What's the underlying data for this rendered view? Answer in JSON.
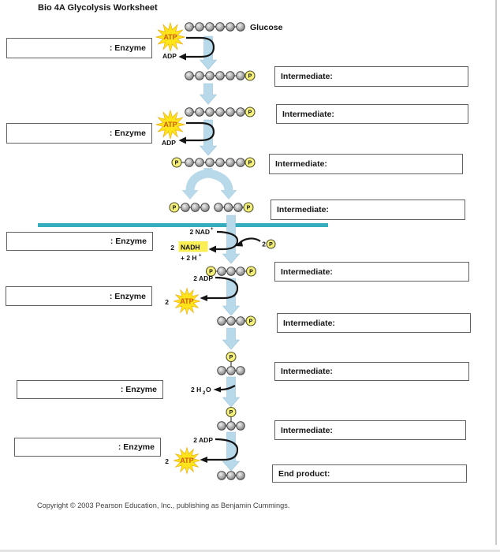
{
  "header": {
    "title": "Bio 4A Glycolysis Worksheet"
  },
  "answer_boxes": {
    "enzymes": [
      {
        "label": ": Enzyme",
        "value": ""
      },
      {
        "label": ": Enzyme",
        "value": ""
      },
      {
        "label": ": Enzyme",
        "value": ""
      },
      {
        "label": ": Enzyme",
        "value": ""
      },
      {
        "label": ": Enzyme",
        "value": ""
      },
      {
        "label": ": Enzyme",
        "value": ""
      }
    ],
    "intermediates": [
      {
        "label": "Intermediate:",
        "value": ""
      },
      {
        "label": "Intermediate:",
        "value": ""
      },
      {
        "label": "Intermediate:",
        "value": ""
      },
      {
        "label": "Intermediate:",
        "value": ""
      },
      {
        "label": "Intermediate:",
        "value": ""
      },
      {
        "label": "Intermediate:",
        "value": ""
      },
      {
        "label": "Intermediate:",
        "value": ""
      },
      {
        "label": "Intermediate:",
        "value": ""
      }
    ],
    "end_product": {
      "label": "End product:",
      "value": ""
    }
  },
  "diagram": {
    "glucose_label": "Glucose",
    "atp": "ATP",
    "adp": "ADP",
    "two": "2",
    "two_adp": "2 ADP",
    "two_nad": "2 NAD",
    "sup_plus": "+",
    "nadh": "NADH",
    "plus_two_h": "+ 2 H",
    "phosphate": "P",
    "two_h": "2 H",
    "sub_two": "2",
    "oxygen": "O"
  },
  "colors": {
    "flow_arrow_blue": "#b7d9e9",
    "divider_teal": "#35adbc",
    "atp_burst_yellow": "#ffe41a",
    "atp_text_orange": "#cf5a0d",
    "nadh_highlight_yellow": "#f9ee54",
    "phosphate_yellow": "#f5f07a"
  },
  "footer": {
    "copyright": "Copyright © 2003 Pearson Education, Inc., publishing as Benjamin Cummings."
  }
}
